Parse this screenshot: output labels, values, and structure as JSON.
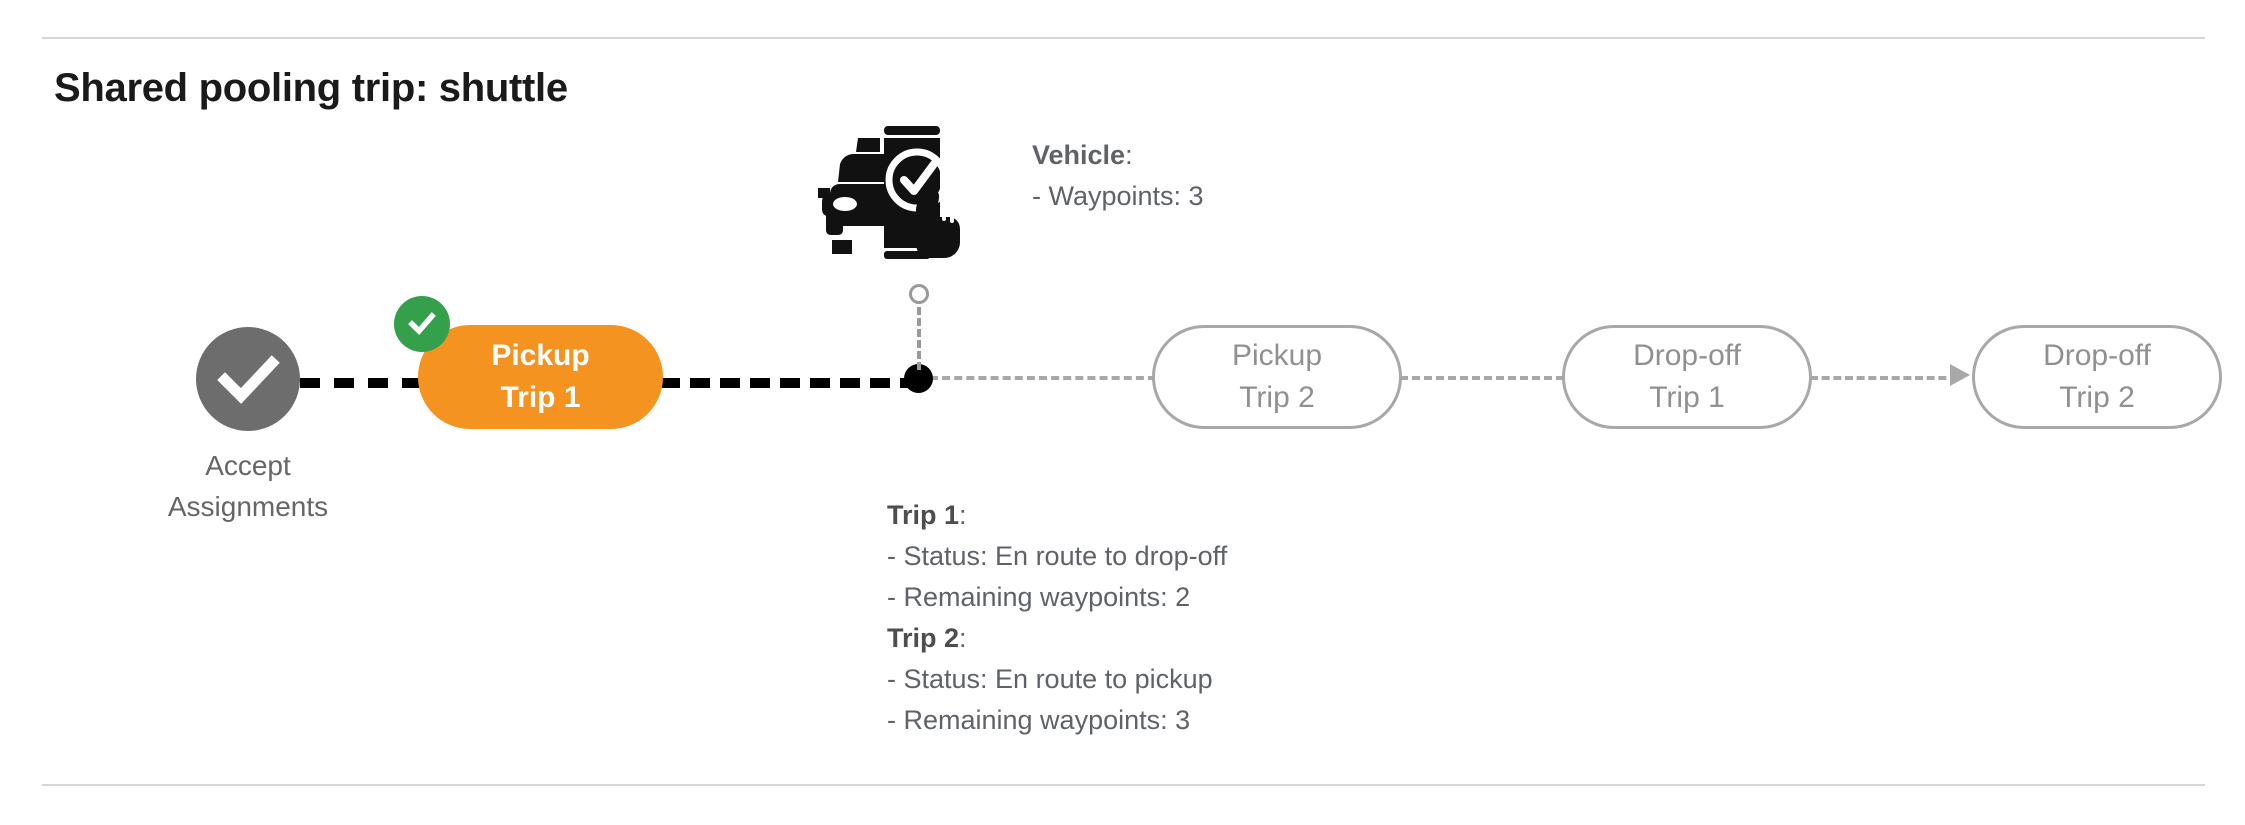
{
  "page": {
    "title": "Shared pooling trip: shuttle",
    "background": "#ffffff"
  },
  "colors": {
    "active_pill": "#F4931F",
    "badge_green": "#34A04C",
    "accept_gray": "#6D6D6D",
    "ghost_border": "#A8A8A8",
    "ghost_text": "#909090",
    "info_text": "#5F6368",
    "divider": "#D6D6D6"
  },
  "flow": {
    "start_node": {
      "icon": "check-circle-icon",
      "label_line1": "Accept",
      "label_line2": "Assignments"
    },
    "active_step": {
      "line1": "Pickup",
      "line2": "Trip 1",
      "badge_icon": "check-badge-icon",
      "state": "completed"
    },
    "vehicle_marker": {
      "icon": "vehicle-app-check-icon",
      "dot": "vehicle-position-dot"
    },
    "upcoming_steps": [
      {
        "line1": "Pickup",
        "line2": "Trip 2"
      },
      {
        "line1": "Drop-off",
        "line2": "Trip 1"
      },
      {
        "line1": "Drop-off",
        "line2": "Trip 2"
      }
    ]
  },
  "vehicle_info": {
    "heading": "Vehicle",
    "heading_colon": ":",
    "waypoints_line": "- Waypoints: 3"
  },
  "trip_info": {
    "trip1": {
      "heading": "Trip 1",
      "heading_colon": ":",
      "status_line": "- Status:  En route to drop-off",
      "waypoints_line": "- Remaining waypoints: 2"
    },
    "trip2": {
      "heading": "Trip 2",
      "heading_colon": ":",
      "status_line": "- Status:  En route to pickup",
      "waypoints_line": "- Remaining waypoints: 3"
    }
  }
}
